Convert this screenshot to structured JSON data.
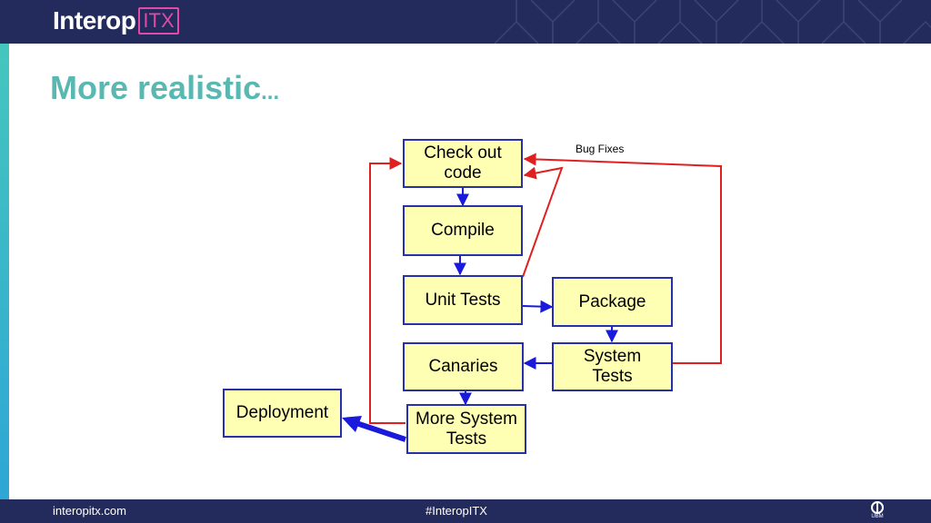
{
  "header": {
    "logo_main": "Interop",
    "logo_suffix": "ITX"
  },
  "slide": {
    "title": "More realistic",
    "title_suffix": "..."
  },
  "diagram": {
    "nodes": {
      "checkout": "Check out code",
      "compile": "Compile",
      "unit_tests": "Unit Tests",
      "package": "Package",
      "system_tests": "System Tests",
      "canaries": "Canaries",
      "more_system_tests": "More System Tests",
      "deployment": "Deployment"
    },
    "annotation": "Bug Fixes",
    "colors": {
      "box_fill": "#ffffb3",
      "box_border": "#2730a8",
      "forward_arrow": "#1a1adc",
      "bugfix_arrow": "#e02020"
    }
  },
  "footer": {
    "url": "interopitx.com",
    "hashtag": "#InteropITX",
    "brand": "UBM"
  },
  "theme": {
    "bar_color": "#232a5c",
    "title_color": "#5ab8b2",
    "accent_pink": "#e24aa6"
  }
}
